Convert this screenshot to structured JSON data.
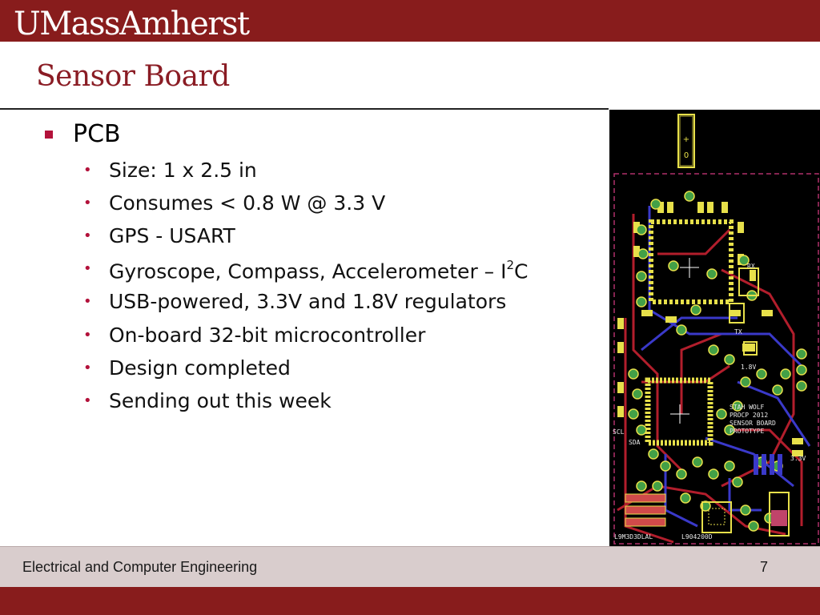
{
  "header": {
    "logo_text": "UMassAmherst",
    "brand_color": "#881c1c"
  },
  "slide": {
    "title": "Sensor Board",
    "title_color": "#8a1c24",
    "bullet_color": "#b3123b",
    "level1": "PCB",
    "items": [
      {
        "text": "Size: 1 x 2.5 in"
      },
      {
        "text": "Consumes < 0.8 W @ 3.3 V"
      },
      {
        "text": "GPS - USART"
      },
      {
        "text": "Gyroscope, Compass, Accelerometer – I",
        "sup": "2",
        "after": "C"
      },
      {
        "text": "USB-powered, 3.3V and 1.8V regulators"
      },
      {
        "text": "On-board 32-bit microcontroller"
      },
      {
        "text": "Design completed"
      },
      {
        "text": "Sending out this week"
      }
    ]
  },
  "pcb_image": {
    "icon": "pcb-layout-image",
    "silkscreen_labels": [
      "+",
      "0",
      "RX",
      "TX",
      "1.8V",
      "STAH WOLF",
      "PROCP 2012",
      "SENSOR BOARD",
      "PROTOTYPE",
      "SCL",
      "SDA",
      "3.3V"
    ],
    "bottom_left_label": "L9M3D3DLAL",
    "bottom_right_label": "L904200D"
  },
  "footer": {
    "department": "Electrical and Computer Engineering",
    "page_number": "7"
  }
}
